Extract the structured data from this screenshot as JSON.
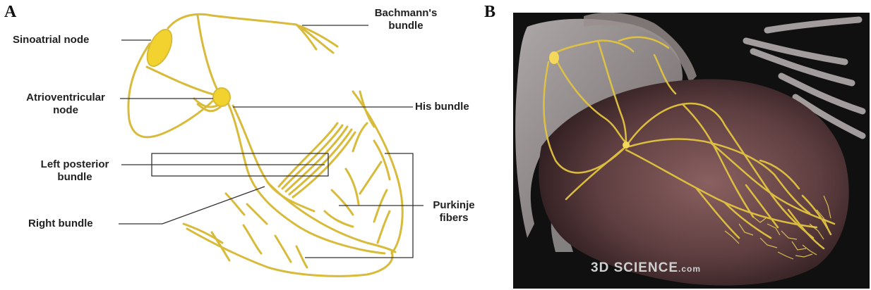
{
  "panels": {
    "a_letter": "A",
    "b_letter": "B"
  },
  "labels": {
    "sinoatrial": "Sinoatrial node",
    "bachmann_1": "Bachmann's",
    "bachmann_2": "bundle",
    "av_1": "Atrioventricular",
    "av_2": "node",
    "his": "His bundle",
    "left_post_1": "Left posterior",
    "left_post_2": "bundle",
    "purkinje_1": "Purkinje",
    "purkinje_2": "fibers",
    "right_bundle": "Right bundle"
  },
  "watermark": {
    "main": "3D SCIENCE",
    "suffix": ".com"
  },
  "colors": {
    "conduction": "#d8bb3a",
    "node_fill": "#f2d22e",
    "leader": "#333333",
    "heart_tissue": "#6a4848"
  }
}
